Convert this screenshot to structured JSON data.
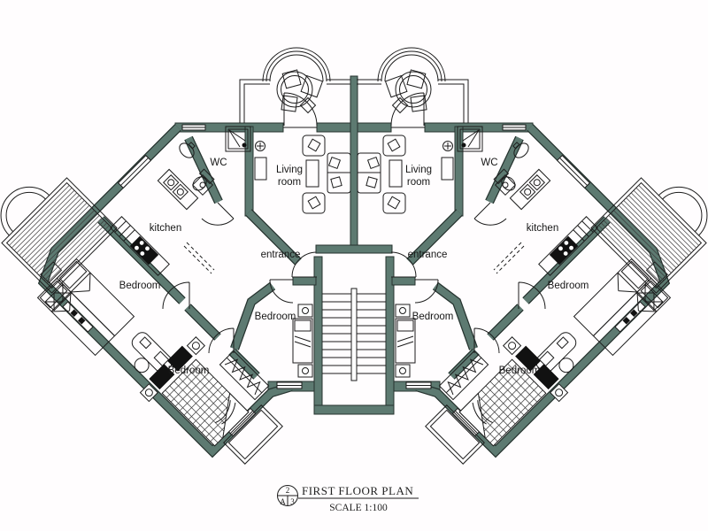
{
  "drawing": {
    "colors": {
      "wall": "#5d7a71",
      "line": "#1c1c1c",
      "furn": "#111111",
      "bg": "#fffdfe"
    },
    "labels": {
      "wc": "WC",
      "living_line1": "Living",
      "living_line2": "room",
      "kitchen": "kitchen",
      "entrance": "entrance",
      "bedroom": "Bedroom"
    },
    "title_block": {
      "detail_number": "2",
      "sheet_letter": "A",
      "sheet_number": "3",
      "title": "FIRST FLOOR PLAN",
      "scale": "SCALE 1:100"
    }
  }
}
